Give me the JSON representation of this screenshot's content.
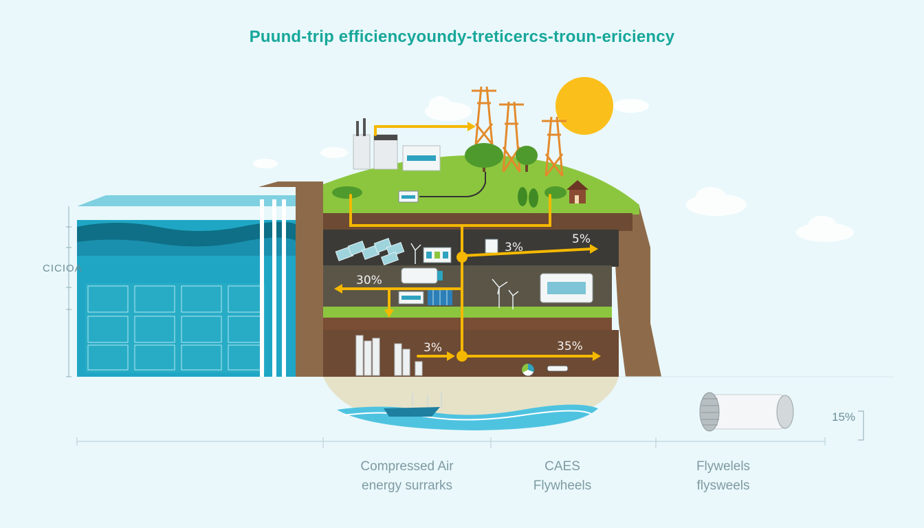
{
  "title": "Puund-trip efficiencyoundy-treticercs-troun-ericiency",
  "axis_label": "CICIOA",
  "percent_labels": {
    "upper_mid": "3%",
    "upper_right": "5%",
    "mid_left": "30%",
    "lower_mid": "3%",
    "lower_right": "35%",
    "flywheel_side": "15%"
  },
  "captions": [
    {
      "line1": "Compressed Air",
      "line2": "energy surrarks"
    },
    {
      "line1": "CAES",
      "line2": "Flywheels"
    },
    {
      "line1": "Flywelels",
      "line2": "flysweels"
    }
  ],
  "colors": {
    "title": "#17a79a",
    "arrow": "#f5b800",
    "water": "#1fa6c4",
    "grass": "#8cc63f",
    "soil_dark": "#3b3a36",
    "soil_brown": "#6d4a33",
    "cliff": "#8d6b4a",
    "sun": "#fbbf1c",
    "tower": "#e38a2c"
  },
  "icons": [
    "sun-icon",
    "power-tower-icon",
    "tree-icon",
    "house-icon",
    "wind-turbine-icon",
    "battery-icon",
    "flywheel-icon",
    "factory-icon",
    "boat-icon"
  ]
}
